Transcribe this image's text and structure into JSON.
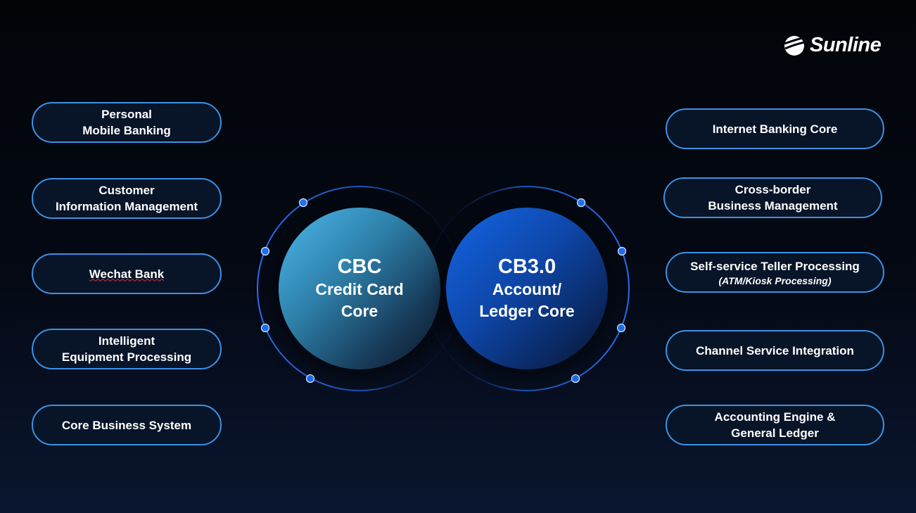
{
  "brand": {
    "name": "Sunline",
    "icon": "sunline-globe-logo"
  },
  "left_items": [
    {
      "lines": [
        "Personal",
        "Mobile Banking"
      ]
    },
    {
      "lines": [
        "Customer",
        "Information Management"
      ]
    },
    {
      "lines": [
        "Wechat Bank"
      ]
    },
    {
      "lines": [
        "Intelligent",
        "Equipment Processing"
      ]
    },
    {
      "lines": [
        "Core Business System"
      ]
    }
  ],
  "right_items": [
    {
      "lines": [
        "Internet Banking Core"
      ]
    },
    {
      "lines": [
        "Cross-border",
        "Business Management"
      ]
    },
    {
      "lines": [
        "Self-service Teller Processing"
      ],
      "sub": "(ATM/Kiosk Processing)"
    },
    {
      "lines": [
        "Channel Service Integration"
      ]
    },
    {
      "lines": [
        "Accounting Engine &",
        "General Ledger"
      ]
    }
  ],
  "cores": [
    {
      "title": "CBC",
      "lines": [
        "Credit Card",
        "Core"
      ]
    },
    {
      "title": "CB3.0",
      "lines": [
        "Account/",
        "Ledger Core"
      ]
    }
  ],
  "colors": {
    "accent": "#3a92e6",
    "dot": "#1f6ff0",
    "pill_bg": "#081428"
  }
}
